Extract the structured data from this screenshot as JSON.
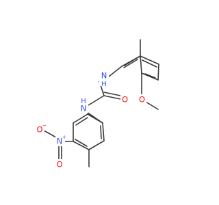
{
  "molecule": {
    "atoms": {
      "n_upper": {
        "symbol": "N",
        "subscript": "H",
        "color": "#3050F8"
      },
      "n_lower": {
        "symbol": "N",
        "subscript": "H",
        "color": "#3050F8"
      },
      "o_carbonyl": {
        "symbol": "O",
        "color": "#FF0D0D"
      },
      "o_methoxy": {
        "symbol": "O",
        "color": "#FF0D0D"
      },
      "n_nitro": {
        "symbol": "N",
        "charge": "+",
        "color": "#3050F8"
      },
      "o_nitro_minus": {
        "symbol": "O",
        "charge": "−",
        "color": "#FF0D0D"
      },
      "o_nitro": {
        "symbol": "O",
        "color": "#FF0D0D"
      }
    },
    "bond_color": "#3a3a3a"
  }
}
